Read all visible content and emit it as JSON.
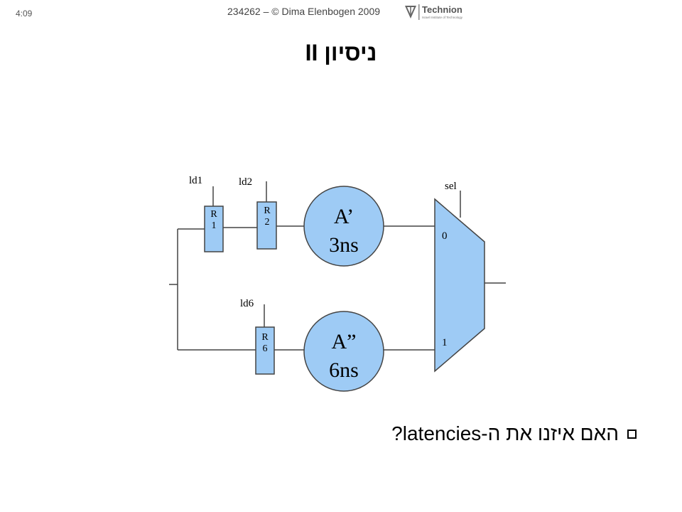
{
  "header": {
    "time": "4:09",
    "credit": "234262 – © Dima Elenbogen 2009",
    "logo_text": "Technion",
    "logo_subtext": "Israel Institute of Technology"
  },
  "slide": {
    "title": "ניסיון II",
    "bullet": "האם איזנו את ה-latencies?"
  },
  "diagram": {
    "colors": {
      "fill": "#9ecbf5",
      "stroke": "#444444"
    },
    "signals": {
      "ld1": "ld1",
      "ld2": "ld2",
      "ld6": "ld6",
      "sel": "sel"
    },
    "registers": [
      {
        "line1": "R",
        "line2": "1"
      },
      {
        "line1": "R",
        "line2": "2"
      },
      {
        "line1": "R",
        "line2": "6"
      }
    ],
    "blocks": [
      {
        "name": "A’",
        "delay": "3ns"
      },
      {
        "name": "A”",
        "delay": "6ns"
      }
    ],
    "mux_inputs": [
      "0",
      "1"
    ]
  }
}
